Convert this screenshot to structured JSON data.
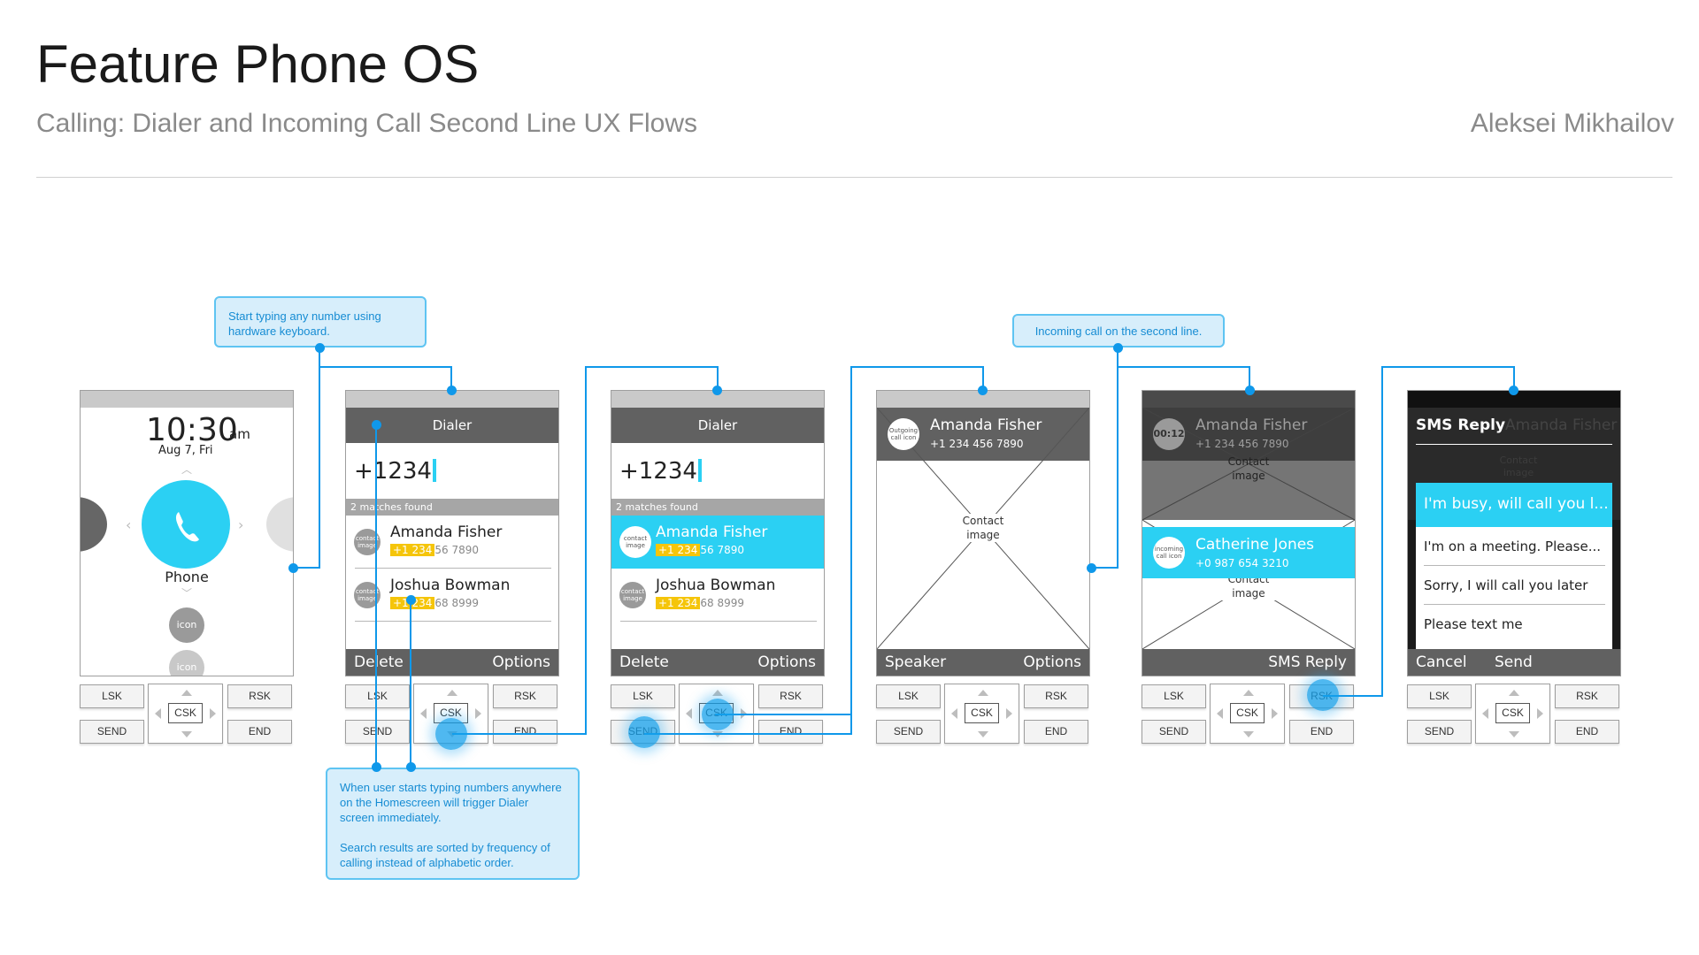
{
  "header": {
    "title": "Feature Phone OS",
    "subtitle": "Calling: Dialer and Incoming Call Second Line UX Flows",
    "author": "Aleksei Mikhailov"
  },
  "colors": {
    "accent": "#2bd0f3",
    "annotation": "#0f98ea",
    "highlight": "#f5c50a",
    "dark_bar": "#616161"
  },
  "keys": {
    "lsk": "LSK",
    "rsk": "RSK",
    "csk": "CSK",
    "send": "SEND",
    "end": "END"
  },
  "home": {
    "time": "10:30",
    "ampm": "am",
    "date": "Aug 7, Fri",
    "app_label": "Phone",
    "icon_label": "icon",
    "phone_icon": "phone-icon"
  },
  "dialer": {
    "title": "Dialer",
    "number": "+1234",
    "matches": "2 matches found",
    "contacts": [
      {
        "image_label": "contact image",
        "name": "Amanda Fisher",
        "match": "+1 234",
        "rest": "56 7890"
      },
      {
        "image_label": "contact image",
        "name": "Joshua Bowman",
        "match": "+1 234",
        "rest": "68 8999"
      }
    ],
    "lsk_label": "Delete",
    "rsk_label": "Options"
  },
  "outgoing": {
    "icon_label": "Outgoing call icon",
    "name": "Amanda Fisher",
    "number": "+1 234 456 7890",
    "image_label": "Contact image",
    "lsk_label": "Speaker",
    "rsk_label": "Options"
  },
  "second_line": {
    "timer": "00:12",
    "active_name": "Amanda Fisher",
    "active_number": "+1 234 456 7890",
    "active_image_label": "Contact image",
    "incoming_icon_label": "incoming call icon",
    "incoming_name": "Catherine Jones",
    "incoming_number": "+0 987 654 3210",
    "incoming_image_label": "Contact image",
    "rsk_label": "SMS Reply"
  },
  "sms_reply": {
    "title": "SMS Reply",
    "ghost_name": "Amanda Fisher",
    "ghost_image_label": "Contact image",
    "options": [
      "I'm busy, will call you l...",
      "I'm on a meeting. Please...",
      "Sorry, I will call you later",
      "Please text me"
    ],
    "lsk_label": "Cancel",
    "csk_label": "Send"
  },
  "notes": {
    "typing": "Start typing any number using hardware keyboard.",
    "incoming": "Incoming call on the second line.",
    "dialer_info_1": "When user starts typing numbers anywhere on the Homescreen will trigger Dialer screen immediately.",
    "dialer_info_2": "Search results are sorted by frequency of calling instead of alphabetic order."
  }
}
